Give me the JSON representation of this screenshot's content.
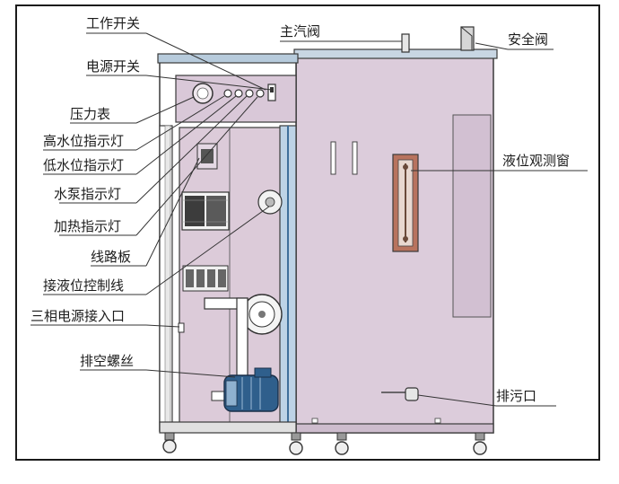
{
  "labels": {
    "work_switch": "工作开关",
    "power_switch": "电源开关",
    "pressure_gauge": "压力表",
    "high_water_lamp": "高水位指示灯",
    "low_water_lamp": "低水位指示灯",
    "pump_lamp": "水泵指示灯",
    "heating_lamp": "加热指示灯",
    "circuit_board": "线路板",
    "level_control_wire": "接液位控制线",
    "three_phase_inlet": "三相电源接入口",
    "vent_screw": "排空螺丝",
    "main_steam_valve": "主汽阀",
    "safety_valve": "安全阀",
    "level_window": "液位观测窗",
    "drain_outlet": "排污口"
  },
  "colors": {
    "body": "#d9c8d8",
    "body_dark": "#c9b6c9",
    "top_panel": "#b7cbdc",
    "frame_line": "#3a3a3a",
    "pump_blue": "#2f5f8c",
    "gauge_rust": "#b5735a"
  }
}
